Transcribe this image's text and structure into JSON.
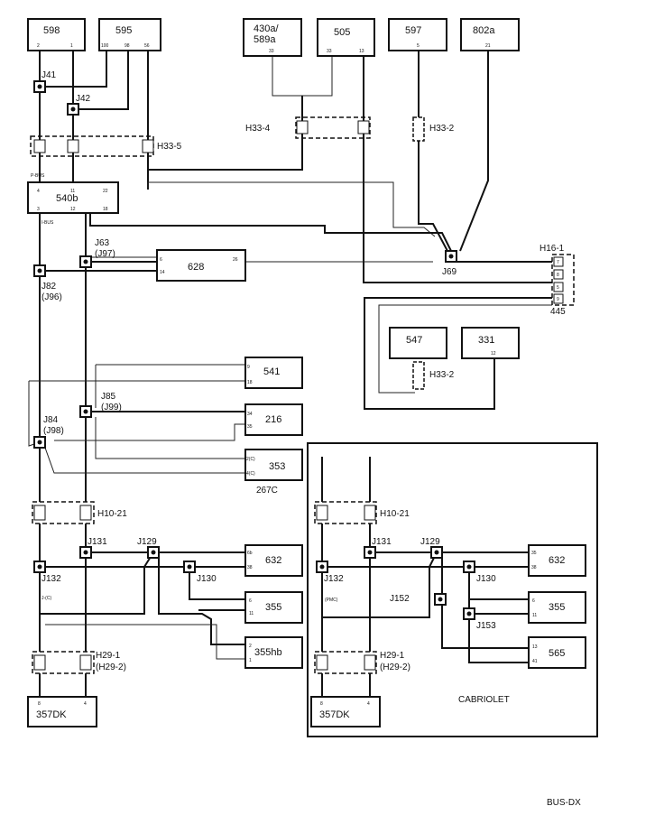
{
  "diagram": {
    "code": "BUS-DX",
    "cabriolet_label": "CABRIOLET",
    "label_267c": "267C",
    "label_445": "445",
    "bus_label_1": "P-BUS",
    "bus_label_2": "I-BUS",
    "label_jlow": "J-(C)",
    "label_jlow_c": "(PMC)",
    "boxes": {
      "b598": "598",
      "b595": "595",
      "b430": "430a/",
      "b589": "589a",
      "b505": "505",
      "b597": "597",
      "b802": "802a",
      "b540": "540b",
      "b628": "628",
      "b547": "547",
      "b331": "331",
      "b541": "541",
      "b216": "216",
      "b353": "353",
      "b632": "632",
      "b355": "355",
      "b355hb": "355hb",
      "b357": "357DK",
      "c632": "632",
      "c355": "355",
      "c565": "565",
      "c357": "357DK"
    },
    "connectors": {
      "h335": "H33-5",
      "h334": "H33-4",
      "h332a": "H33-2",
      "h332b": "H33-2",
      "h161": "H16-1",
      "h1021": "H10-21",
      "h291": "H29-1",
      "h292": "(H29-2)",
      "c1021": "H10-21",
      "c291": "H29-1",
      "c292": "(H29-2)"
    },
    "junctions": {
      "j41": "J41",
      "j42": "J42",
      "j63": "J63",
      "j97": "(J97)",
      "j82": "J82",
      "j96": "(J96)",
      "j69": "J69",
      "j85": "J85",
      "j99": "(J99)",
      "j84": "J84",
      "j98": "(J98)",
      "j131": "J131",
      "j129": "J129",
      "j132": "J132",
      "j130": "J130",
      "c131": "J131",
      "c129": "J129",
      "c132": "J132",
      "c130": "J130",
      "c152": "J152",
      "c153": "J153"
    },
    "pins": {
      "p598a": "2",
      "p598b": "1",
      "p595a": "100",
      "p595b": "98",
      "p595c": "56",
      "p430": "33",
      "p505a": "33",
      "p505b": "13",
      "p597": "5",
      "p802": "21",
      "p540a": "4",
      "p540b": "11",
      "p540c": "22",
      "p540d": "3",
      "p540e": "12",
      "p540f": "18",
      "p628a": "6",
      "p628b": "14",
      "p628c": "26",
      "p331": "12",
      "p541a": "9",
      "p541b": "18",
      "p216a": "34",
      "p216b": "35",
      "p353a": "2(C)",
      "p353b": "4(C)",
      "p632a": "6b",
      "p632b": "38",
      "p355a": "6",
      "p355b": "11",
      "p355hba": "2",
      "p355hbb": "1",
      "p357a": "8",
      "p357b": "4",
      "pc632a": "35",
      "pc632b": "38",
      "pc355a": "6",
      "pc355b": "11",
      "pc565a": "13",
      "pc565b": "41",
      "pc357a": "8",
      "pc357b": "4",
      "ph161a": "7",
      "ph161b": "8",
      "ph161c": "5",
      "ph161d": "9"
    }
  }
}
